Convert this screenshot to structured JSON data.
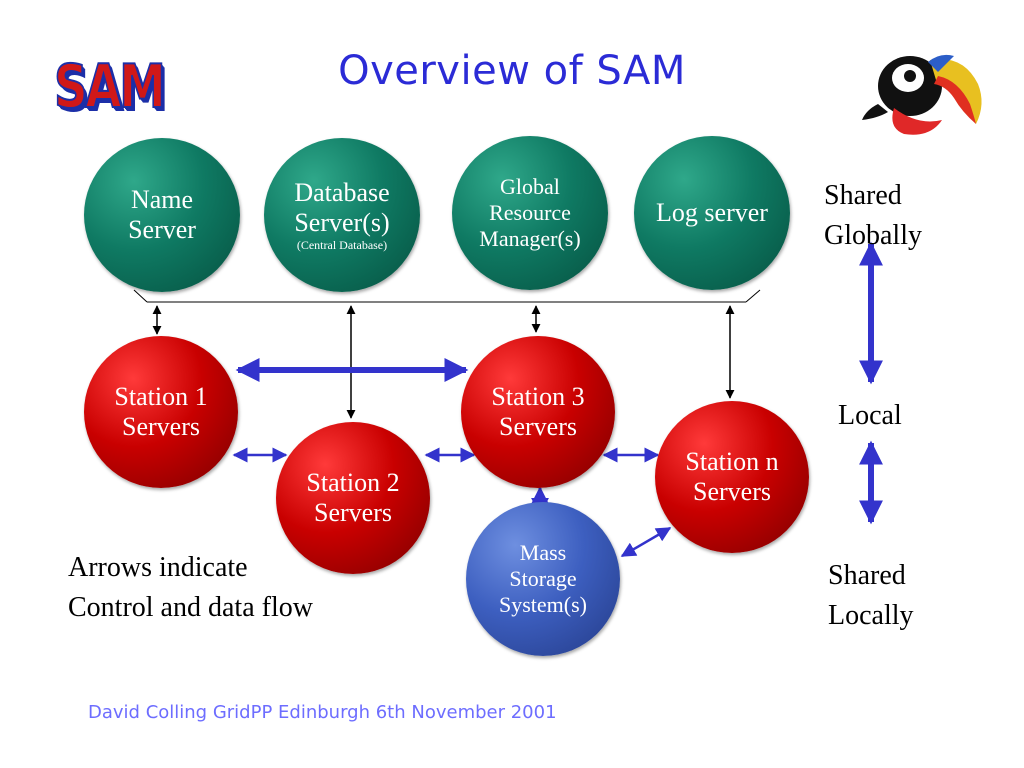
{
  "title": "Overview of SAM",
  "logo": "SAM",
  "mascot": "toucan-image",
  "servers_global": [
    {
      "lines": [
        "Name",
        "Server"
      ]
    },
    {
      "lines": [
        "Database",
        "Server(s)"
      ],
      "sub": "(Central Database)"
    },
    {
      "lines": [
        "Global",
        "Resource",
        "Manager(s)"
      ]
    },
    {
      "lines": [
        "Log server"
      ]
    }
  ],
  "stations": [
    {
      "lines": [
        "Station 1",
        "Servers"
      ]
    },
    {
      "lines": [
        "Station 2",
        "Servers"
      ]
    },
    {
      "lines": [
        "Station 3",
        "Servers"
      ]
    },
    {
      "lines": [
        "Station n",
        "Servers"
      ]
    }
  ],
  "storage": {
    "lines": [
      "Mass",
      "Storage",
      "System(s)"
    ]
  },
  "scope_labels": {
    "global": [
      "Shared",
      "Globally"
    ],
    "local": "Local",
    "shared_local": [
      "Shared",
      "Locally"
    ]
  },
  "note": [
    "Arrows indicate",
    "Control and data flow"
  ],
  "footer": "David Colling  GridPP Edinburgh 6th November 2001",
  "colors": {
    "title": "#2b2bd6",
    "arrow_blue": "#3333cc",
    "global_servers": "#0f7a63",
    "station_servers": "#c90000",
    "storage": "#3d5fc0",
    "footer": "#6d6dff"
  }
}
